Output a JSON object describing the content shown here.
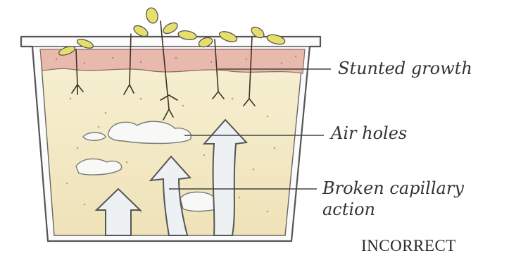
{
  "diagram": {
    "labels": {
      "stunted_growth": "Stunted growth",
      "air_holes": "Air holes",
      "broken_capillary_line1": "Broken capillary",
      "broken_capillary_line2": "action"
    },
    "verdict": "INCORRECT"
  },
  "colors": {
    "pot_outline": "#555555",
    "topsoil": "#e8b8ae",
    "compost": "#f3eccf",
    "compost_lower": "#efe4bf",
    "arrow_fill": "#eef1f4",
    "leaf": "#e7e06a",
    "root": "#4a3a2a"
  },
  "icons": [
    "seedling-icon",
    "arrow-icon",
    "air-hole-icon"
  ]
}
